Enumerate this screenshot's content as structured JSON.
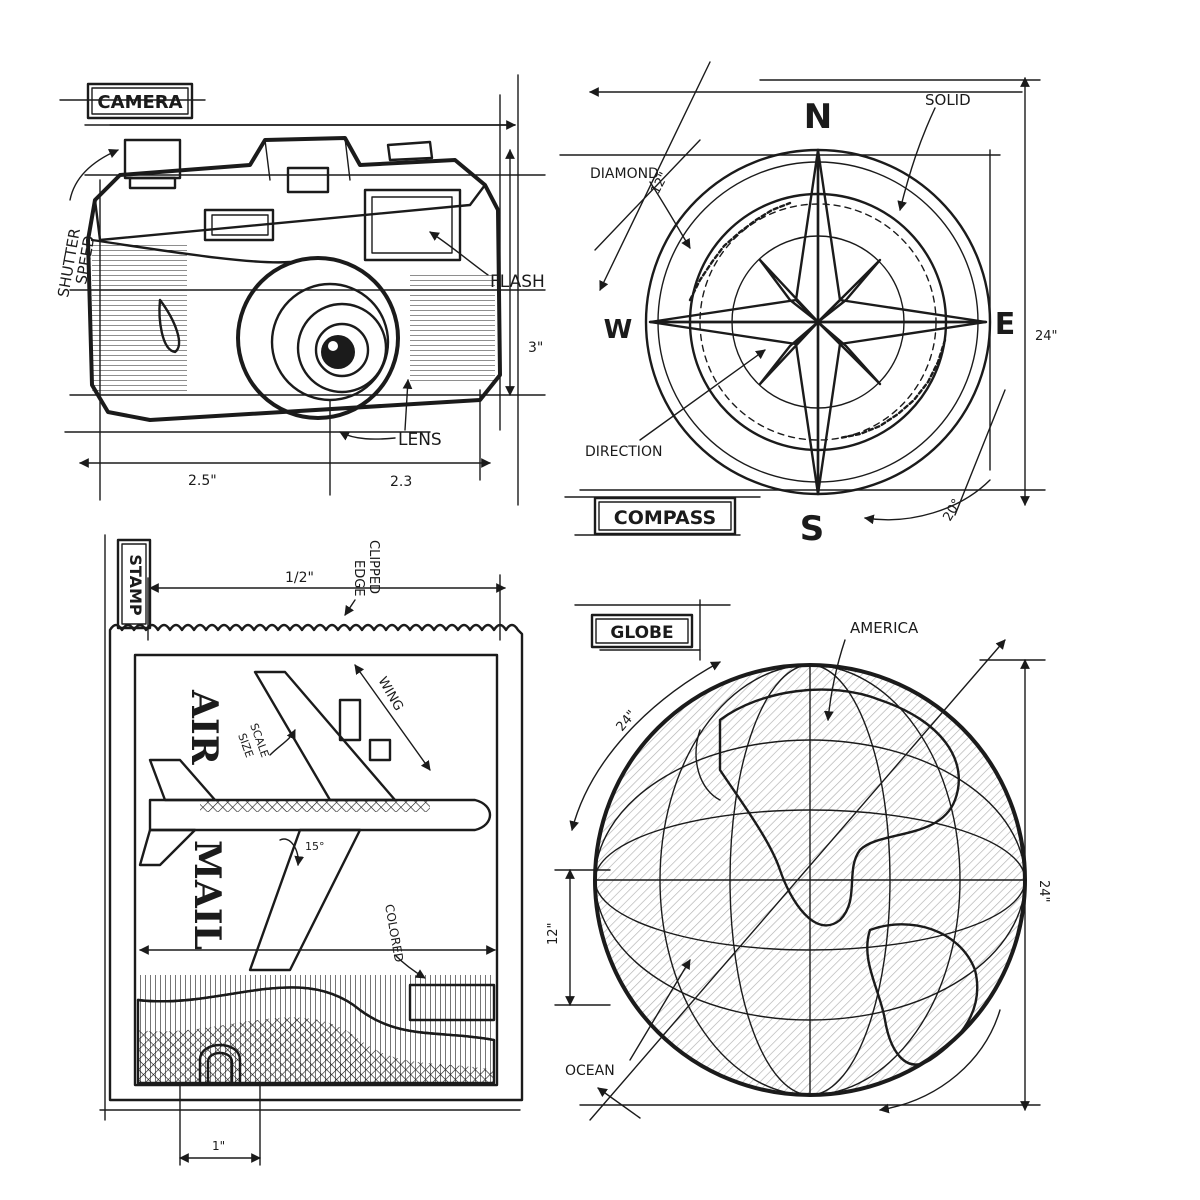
{
  "palette": {
    "ink": "#1b1b1b",
    "paper": "#ffffff"
  },
  "camera": {
    "title": "CAMERA",
    "shutter_line1": "SHUTTER",
    "shutter_line2": "SPEED",
    "flash": "FLASH",
    "lens": "LENS",
    "dim_width": "2.5\"",
    "dim_lens": "2.3",
    "dim_height": "3\""
  },
  "compass": {
    "title": "COMPASS",
    "north": "N",
    "east": "E",
    "south": "S",
    "west": "W",
    "solid": "SOLID",
    "diamond": "DIAMOND",
    "direction": "DIRECTION",
    "dim_12": "12\"",
    "dim_24": "24\"",
    "dim_20": "20°"
  },
  "stamp": {
    "title": "STAMP",
    "clipped_line1": "CLIPPED",
    "clipped_line2": "EDGE",
    "dim_top": "1/2\"",
    "air": "AIR",
    "mail": "MAIL",
    "wing": "WING",
    "scale_line1": "SCALE",
    "scale_line2": "SIZE",
    "angle": "15°",
    "colored": "COLORED",
    "dim_bottom": "1\""
  },
  "globe": {
    "title": "GLOBE",
    "america": "AMERICA",
    "ocean": "OCEAN",
    "dim_24_top": "24\"",
    "dim_24_right": "24\"",
    "dim_12": "12\""
  }
}
